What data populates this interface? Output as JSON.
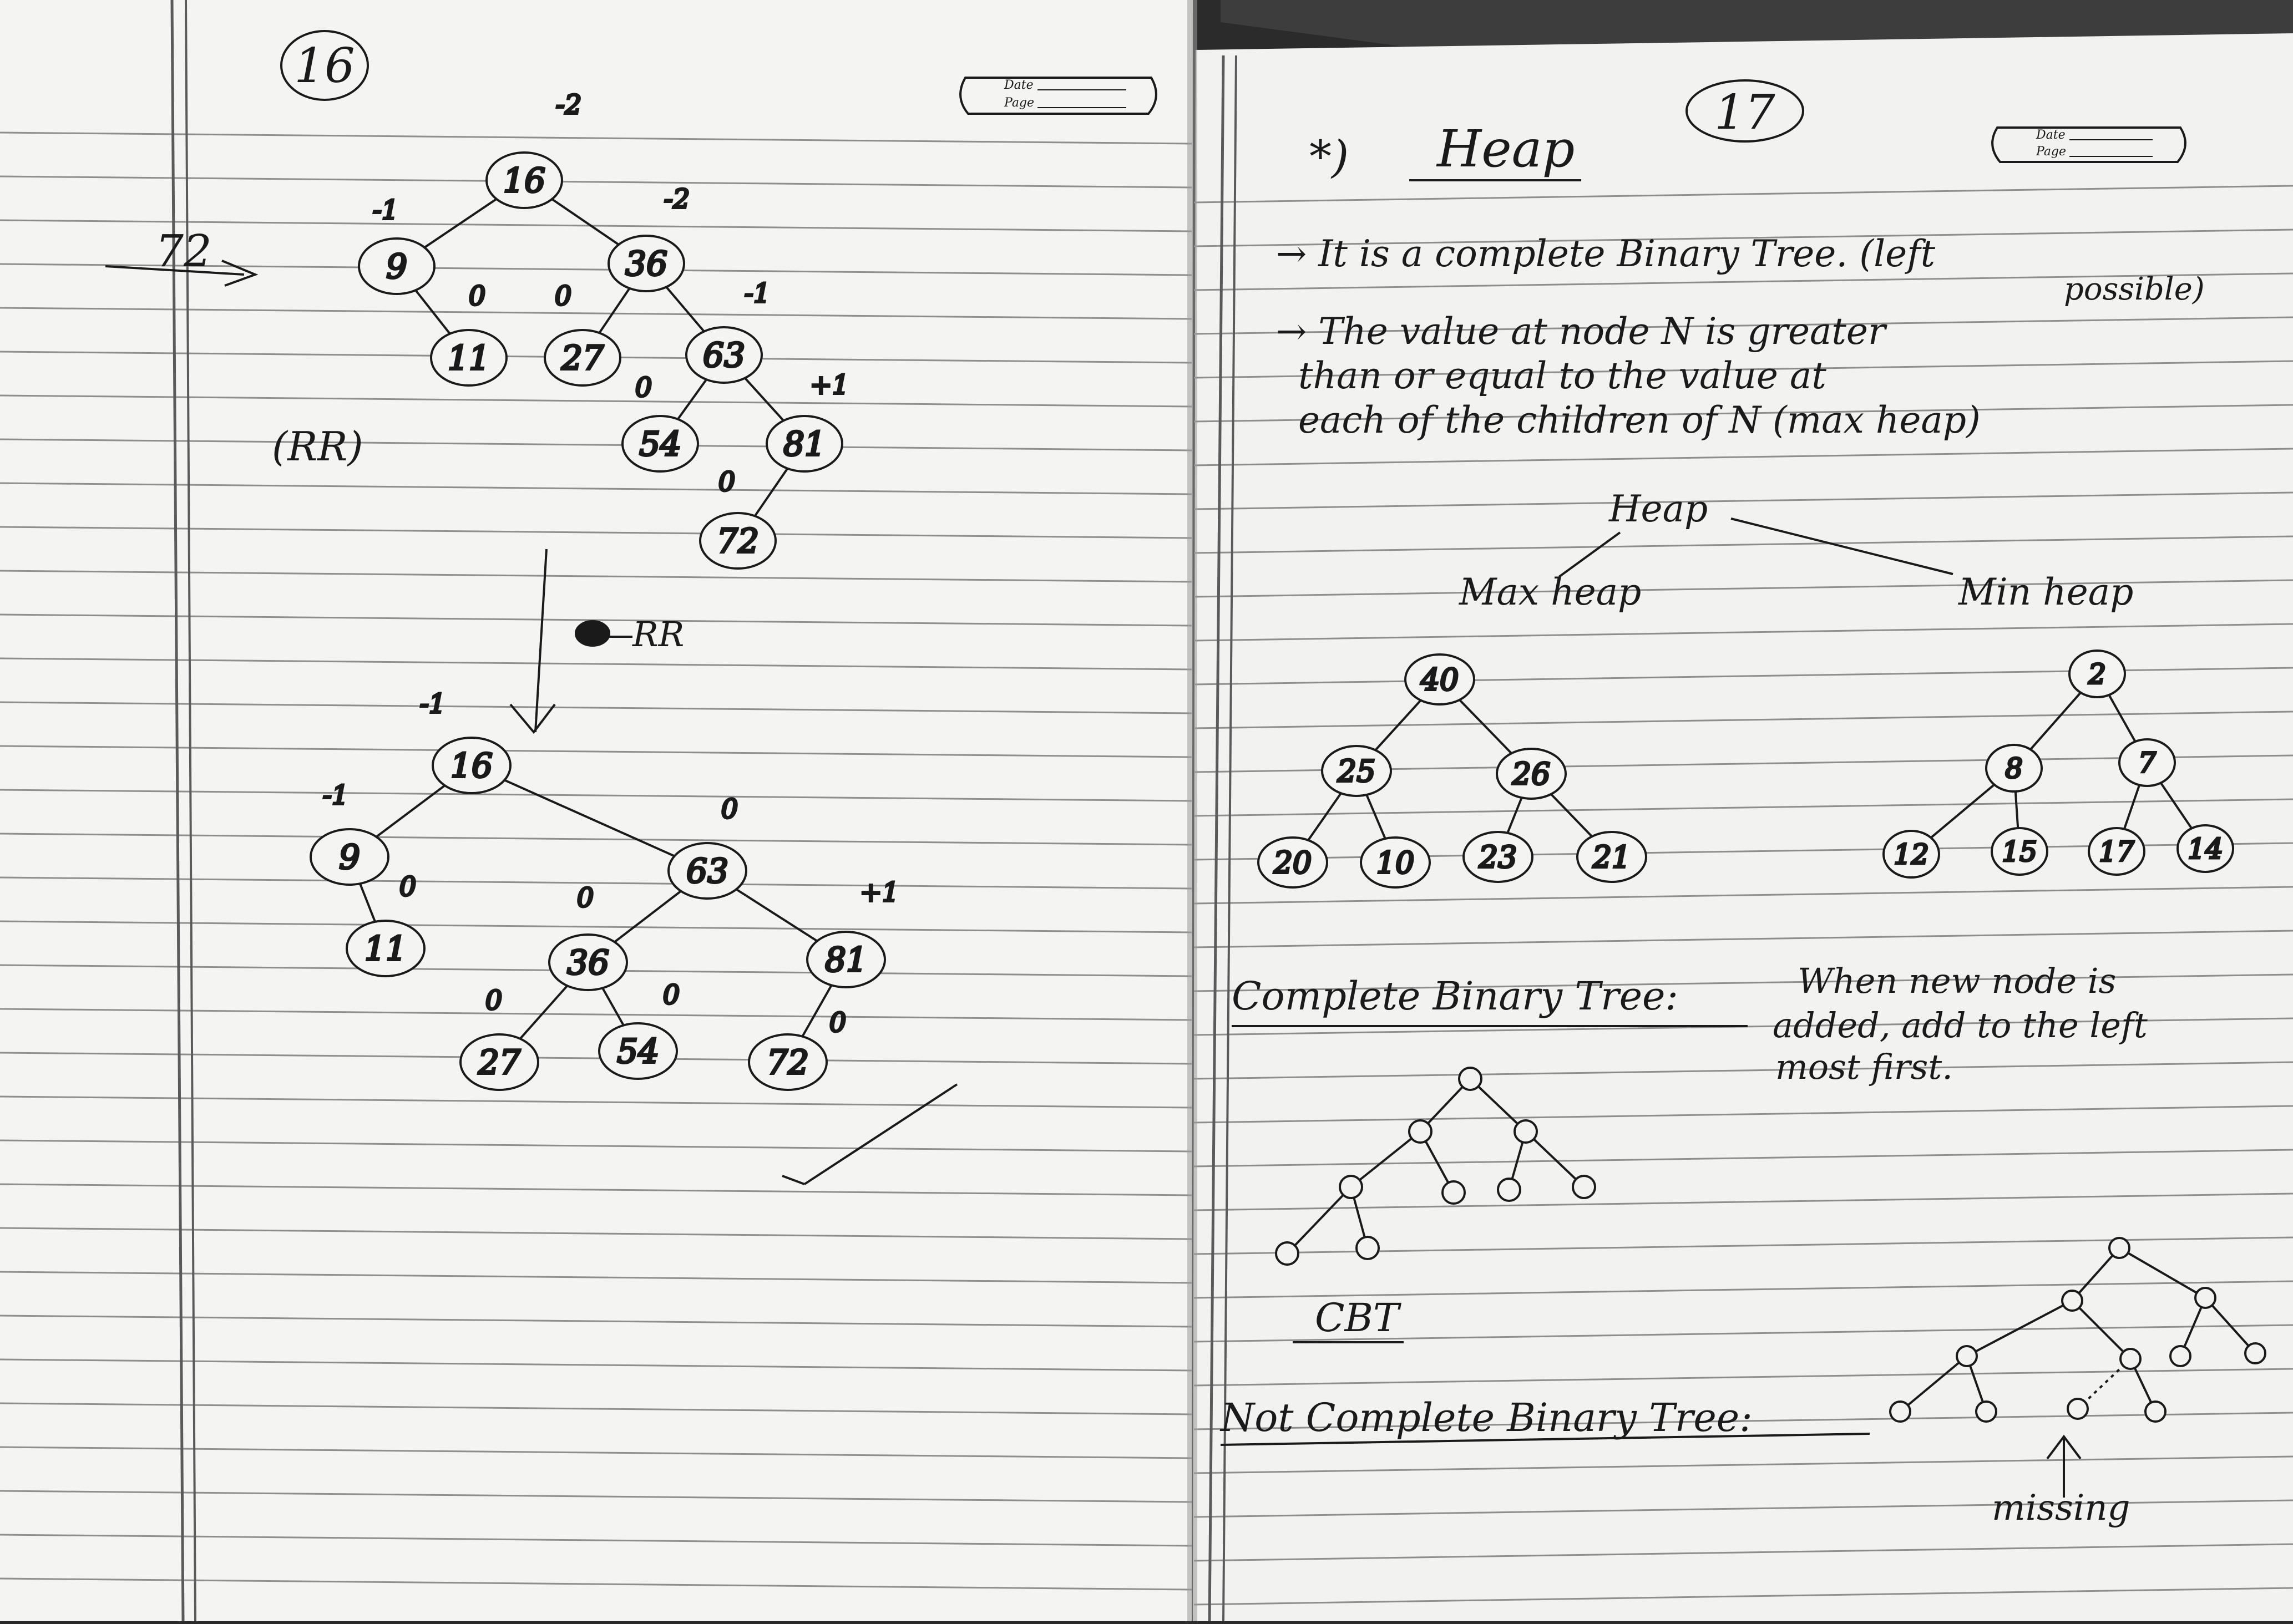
{
  "left_page": {
    "page_number": "16",
    "date_label": "Date",
    "page_label": "Page",
    "insert_note": "72",
    "rotation_label": "(RR)",
    "rotation_note": "RR",
    "tree_before": {
      "nodes": [
        {
          "id": "n16",
          "value": "16",
          "balance": "-2"
        },
        {
          "id": "n9",
          "value": "9",
          "balance": "-1"
        },
        {
          "id": "n36",
          "value": "36",
          "balance": "-2"
        },
        {
          "id": "n11",
          "value": "11",
          "balance": "0"
        },
        {
          "id": "n27",
          "value": "27",
          "balance": "0"
        },
        {
          "id": "n63",
          "value": "63",
          "balance": "-1"
        },
        {
          "id": "n54",
          "value": "54",
          "balance": "0"
        },
        {
          "id": "n81",
          "value": "81",
          "balance": "+1"
        },
        {
          "id": "n72",
          "value": "72",
          "balance": "0"
        }
      ]
    },
    "tree_after": {
      "nodes": [
        {
          "id": "a16",
          "value": "16",
          "balance": "-1"
        },
        {
          "id": "a9",
          "value": "9",
          "balance": "-1"
        },
        {
          "id": "a63",
          "value": "63",
          "balance": "0"
        },
        {
          "id": "a11",
          "value": "11",
          "balance": "0"
        },
        {
          "id": "a36",
          "value": "36",
          "balance": "0"
        },
        {
          "id": "a81",
          "value": "81",
          "balance": "+1"
        },
        {
          "id": "a27",
          "value": "27",
          "balance": "0"
        },
        {
          "id": "a54",
          "value": "54",
          "balance": "0"
        },
        {
          "id": "a72",
          "value": "72",
          "balance": "0"
        }
      ]
    }
  },
  "right_page": {
    "page_number": "17",
    "date_label": "Date",
    "page_label": "Page",
    "heading_bullet": "*)",
    "heading": "Heap",
    "bullets": [
      "→ It is a complete Binary Tree. (left possible)",
      "→ The value at node N is greater than or equal to the value at each of the children of N (max heap)"
    ],
    "bullet_lines": [
      "→ It is a complete Binary Tree. (left",
      "possible)",
      "→ The value at node N is greater",
      "than or equal to the value at",
      "each of the children of N (max heap)"
    ],
    "classification": {
      "root": "Heap",
      "left": "Max heap",
      "right": "Min heap"
    },
    "max_heap": {
      "values": [
        "40",
        "25",
        "26",
        "20",
        "10",
        "23",
        "21"
      ]
    },
    "min_heap": {
      "values": [
        "2",
        "8",
        "7",
        "12",
        "15",
        "17",
        "14"
      ]
    },
    "cbt_definition_label": "Complete Binary Tree:",
    "cbt_definition_lines": [
      "When new node is",
      "added, add to the left",
      "most first."
    ],
    "cbt_caption": "CBT",
    "not_cbt_label": "Not Complete Binary Tree:",
    "missing_label": "missing"
  },
  "colors": {
    "paper": "#f4f4f2",
    "ink": "#1a1a1a",
    "rule": "#8e8e8e",
    "background": "#2b2b2b"
  }
}
